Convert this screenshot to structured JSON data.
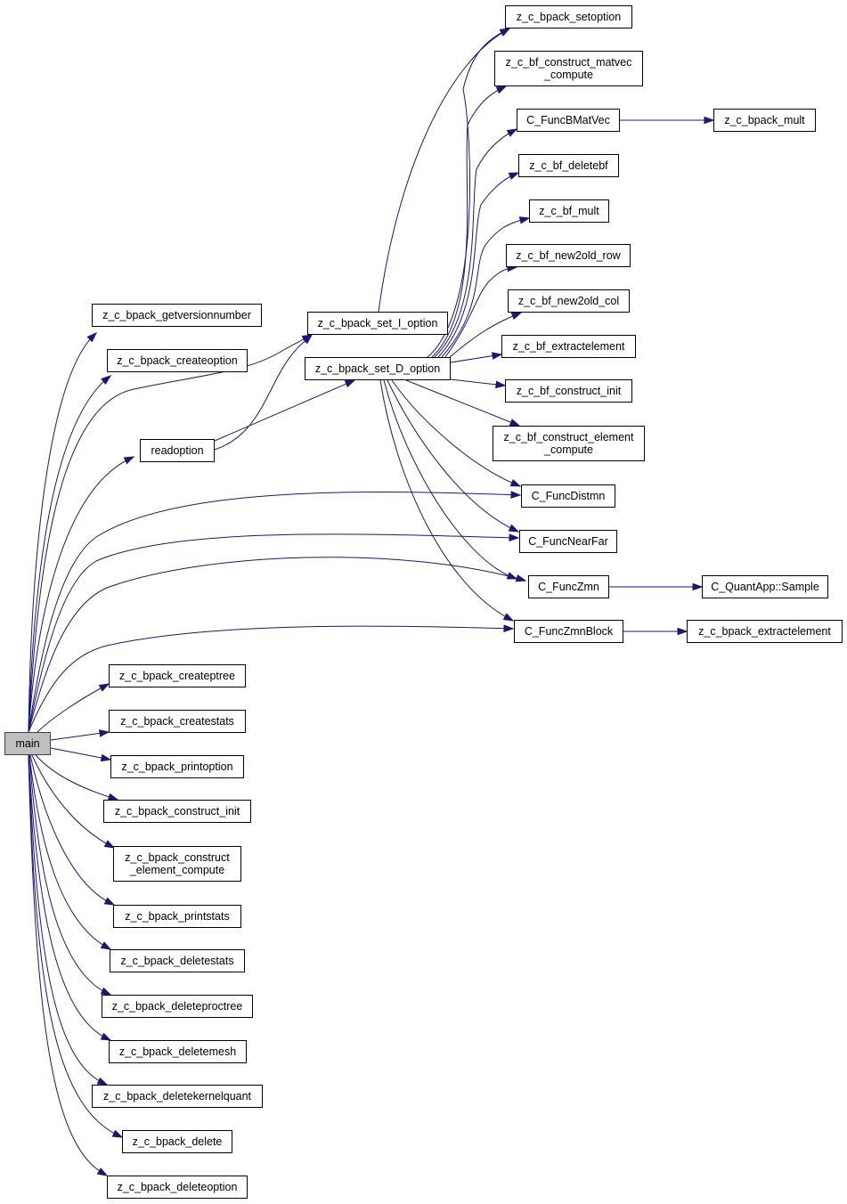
{
  "graph": {
    "edge_color": "#191970",
    "node_border_color": "#000000",
    "root_fill_color": "#bfbfbf",
    "nodes": {
      "main": "main",
      "getversionnumber": "z_c_bpack_getversionnumber",
      "createoption": "z_c_bpack_createoption",
      "readoption": "readoption",
      "set_I_option": "z_c_bpack_set_I_option",
      "set_D_option": "z_c_bpack_set_D_option",
      "setoption": "z_c_bpack_setoption",
      "bf_construct_matvec_compute": [
        "z_c_bf_construct_matvec",
        "_compute"
      ],
      "FuncBMatVec": "C_FuncBMatVec",
      "bpack_mult": "z_c_bpack_mult",
      "bf_deletebf": "z_c_bf_deletebf",
      "bf_mult": "z_c_bf_mult",
      "bf_new2old_row": "z_c_bf_new2old_row",
      "bf_new2old_col": "z_c_bf_new2old_col",
      "bf_extractelement": "z_c_bf_extractelement",
      "bf_construct_init": "z_c_bf_construct_init",
      "bf_construct_element_compute": [
        "z_c_bf_construct_element",
        "_compute"
      ],
      "FuncDistmn": "C_FuncDistmn",
      "FuncNearFar": "C_FuncNearFar",
      "FuncZmn": "C_FuncZmn",
      "QuantApp_Sample": "C_QuantApp::Sample",
      "FuncZmnBlock": "C_FuncZmnBlock",
      "bpack_extractelement": "z_c_bpack_extractelement",
      "createptree": "z_c_bpack_createptree",
      "createstats": "z_c_bpack_createstats",
      "printoption": "z_c_bpack_printoption",
      "construct_init": "z_c_bpack_construct_init",
      "construct_element_compute": [
        "z_c_bpack_construct",
        "_element_compute"
      ],
      "printstats": "z_c_bpack_printstats",
      "deletestats": "z_c_bpack_deletestats",
      "deleteproctree": "z_c_bpack_deleteproctree",
      "deletemesh": "z_c_bpack_deletemesh",
      "deletekernelquant": "z_c_bpack_deletekernelquant",
      "bpack_delete": "z_c_bpack_delete",
      "deleteoption": "z_c_bpack_deleteoption"
    },
    "edges": [
      [
        "main",
        "getversionnumber"
      ],
      [
        "main",
        "createoption"
      ],
      [
        "main",
        "readoption"
      ],
      [
        "main",
        "set_I_option"
      ],
      [
        "main",
        "FuncDistmn"
      ],
      [
        "main",
        "FuncNearFar"
      ],
      [
        "main",
        "FuncZmn"
      ],
      [
        "main",
        "FuncZmnBlock"
      ],
      [
        "main",
        "createptree"
      ],
      [
        "main",
        "createstats"
      ],
      [
        "main",
        "printoption"
      ],
      [
        "main",
        "construct_init"
      ],
      [
        "main",
        "construct_element_compute"
      ],
      [
        "main",
        "printstats"
      ],
      [
        "main",
        "deletestats"
      ],
      [
        "main",
        "deleteproctree"
      ],
      [
        "main",
        "deletemesh"
      ],
      [
        "main",
        "deletekernelquant"
      ],
      [
        "main",
        "bpack_delete"
      ],
      [
        "main",
        "deleteoption"
      ],
      [
        "readoption",
        "set_I_option"
      ],
      [
        "readoption",
        "set_D_option"
      ],
      [
        "set_I_option",
        "setoption"
      ],
      [
        "set_D_option",
        "setoption"
      ],
      [
        "set_D_option",
        "bf_construct_matvec_compute"
      ],
      [
        "set_D_option",
        "FuncBMatVec"
      ],
      [
        "set_D_option",
        "bf_deletebf"
      ],
      [
        "set_D_option",
        "bf_mult"
      ],
      [
        "set_D_option",
        "bf_new2old_row"
      ],
      [
        "set_D_option",
        "bf_new2old_col"
      ],
      [
        "set_D_option",
        "bf_extractelement"
      ],
      [
        "set_D_option",
        "bf_construct_init"
      ],
      [
        "set_D_option",
        "bf_construct_element_compute"
      ],
      [
        "set_D_option",
        "FuncDistmn"
      ],
      [
        "set_D_option",
        "FuncNearFar"
      ],
      [
        "set_D_option",
        "FuncZmn"
      ],
      [
        "set_D_option",
        "FuncZmnBlock"
      ],
      [
        "FuncBMatVec",
        "bpack_mult"
      ],
      [
        "FuncZmn",
        "QuantApp_Sample"
      ],
      [
        "FuncZmnBlock",
        "bpack_extractelement"
      ]
    ]
  }
}
